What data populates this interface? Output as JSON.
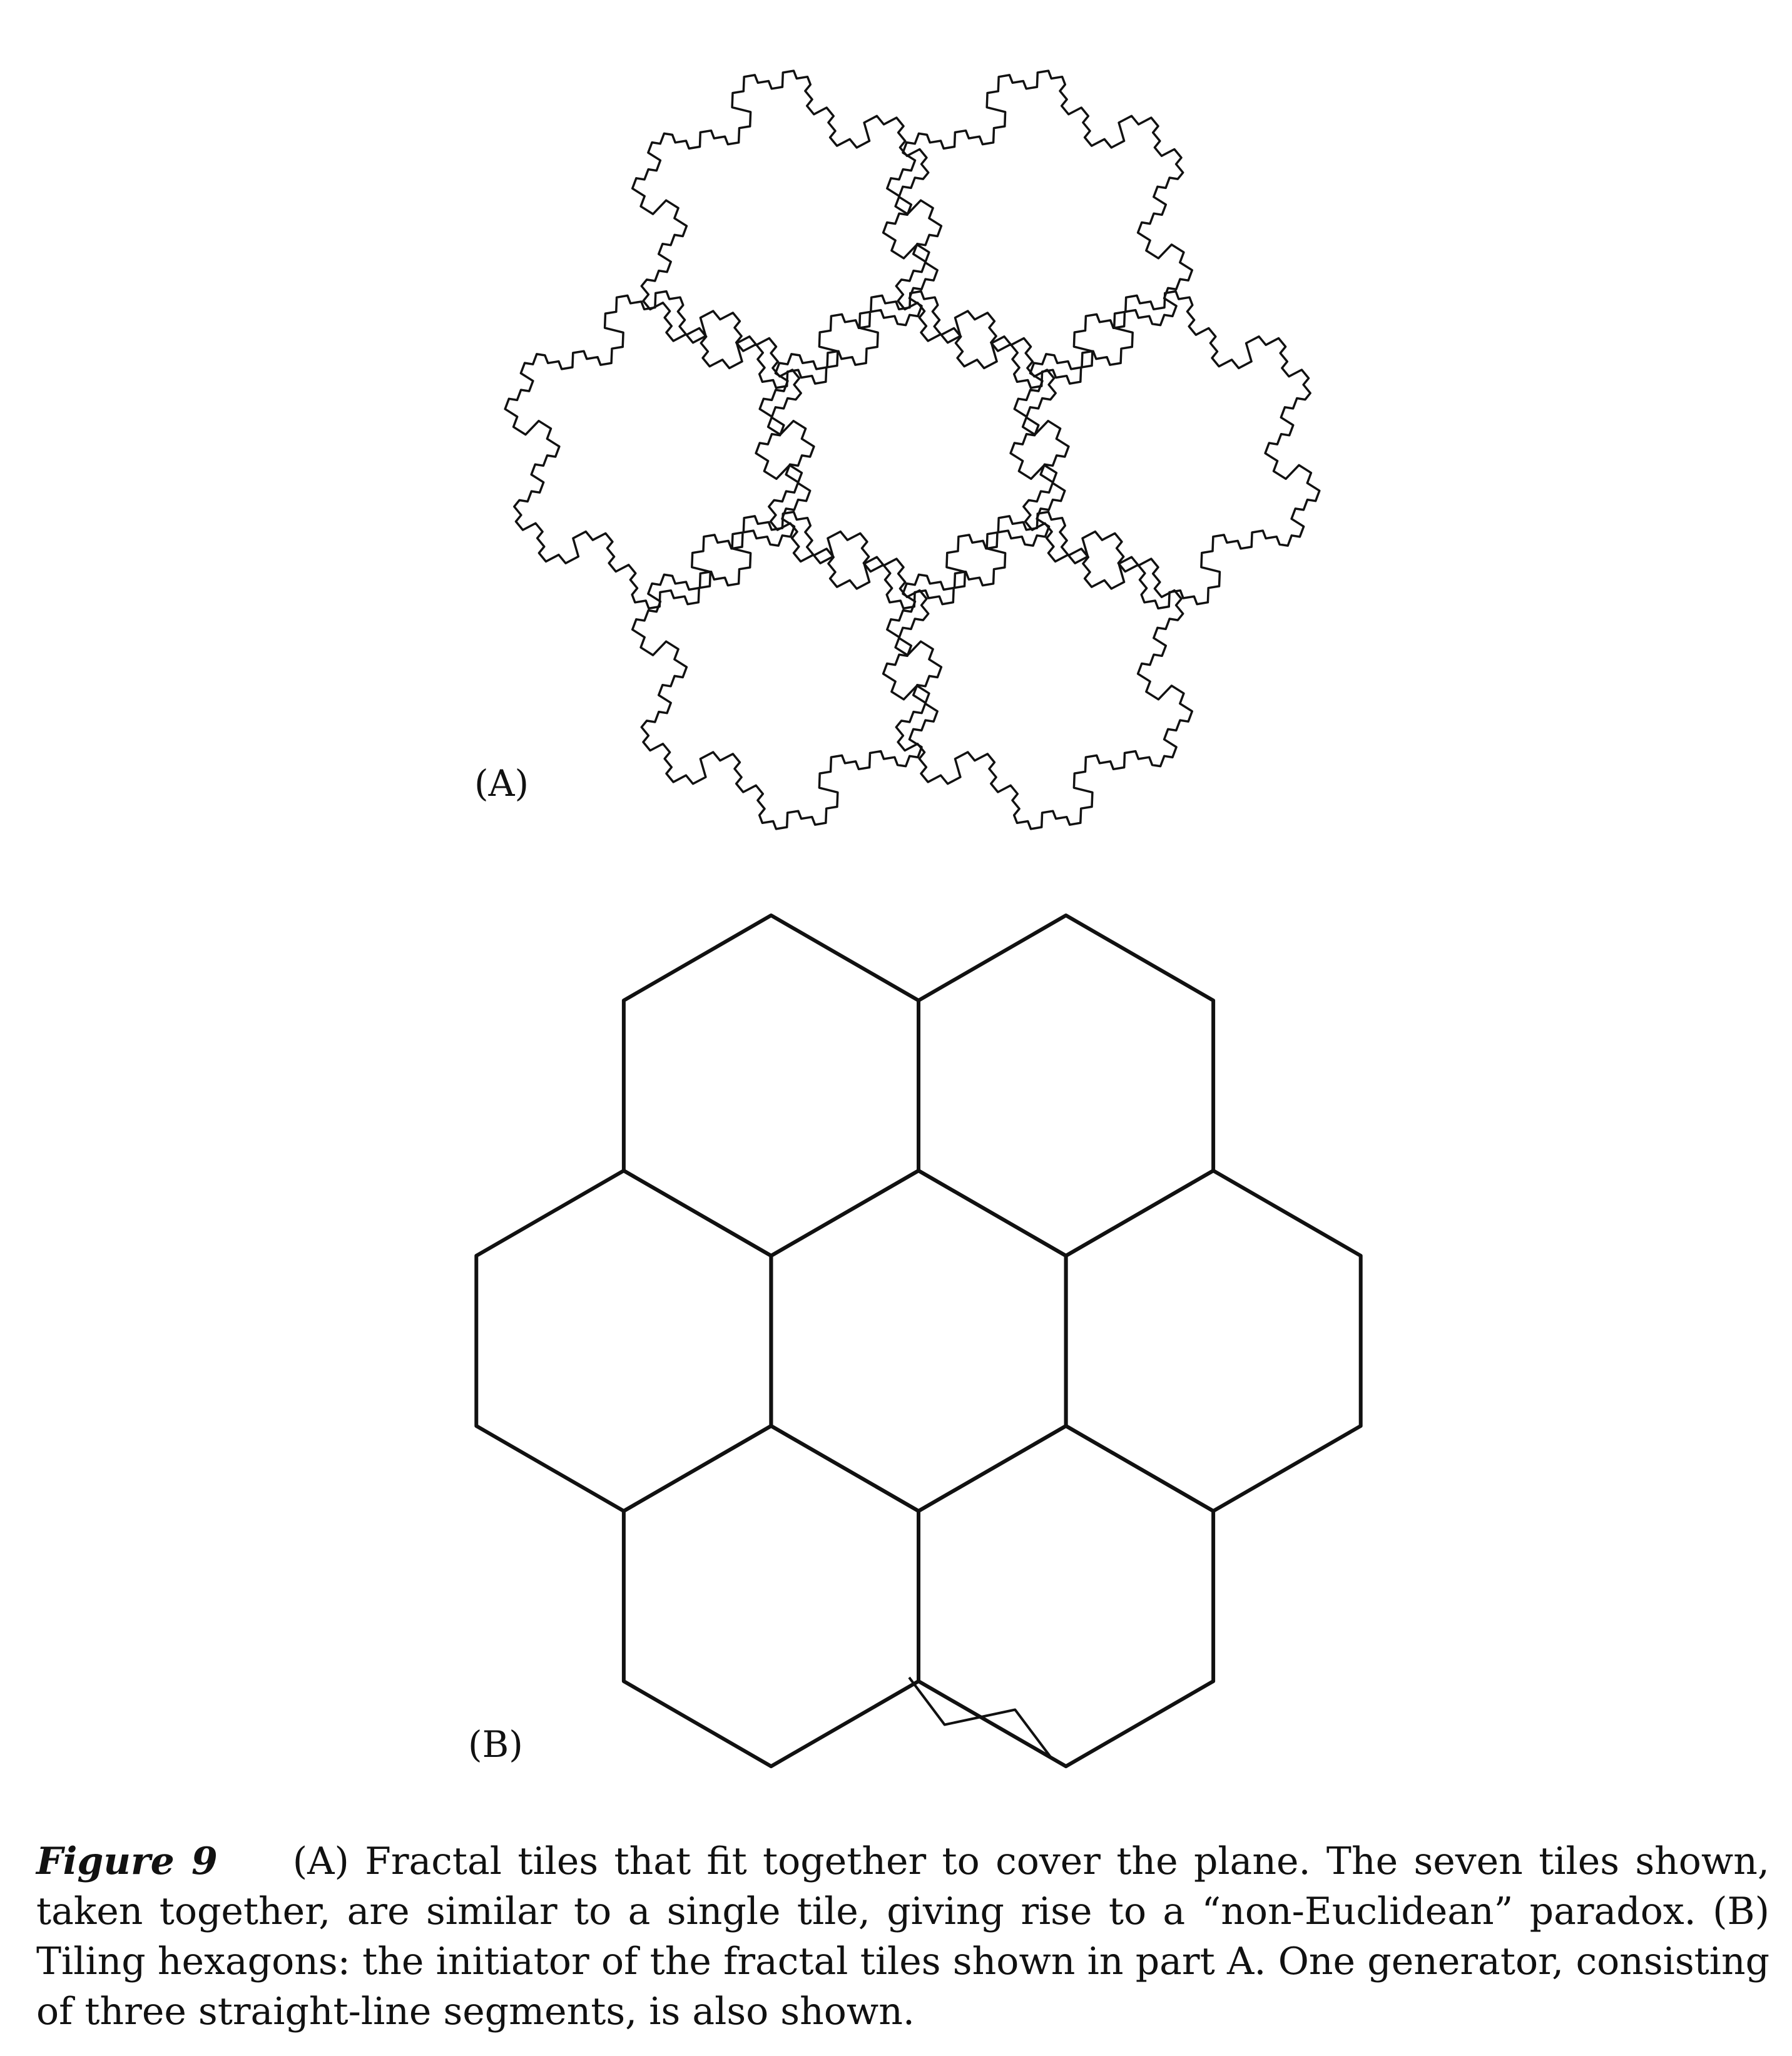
{
  "figure": {
    "panel_a_label": "(A)",
    "panel_b_label": "(B)",
    "panel_a_tiles": 7,
    "panel_b_tiles": 7,
    "line_color": "#111111",
    "background": "#ffffff"
  },
  "caption": {
    "label": "Figure 9",
    "text": "(A) Fractal tiles that fit together to cover the plane. The seven tiles shown, taken together, are similar to a single tile, giving rise to a “non-Euclidean” paradox. (B) Tiling hexagons: the initiator of the fractal tiles shown in part A. One generator, consisting of three straight-line segments, is also shown."
  }
}
